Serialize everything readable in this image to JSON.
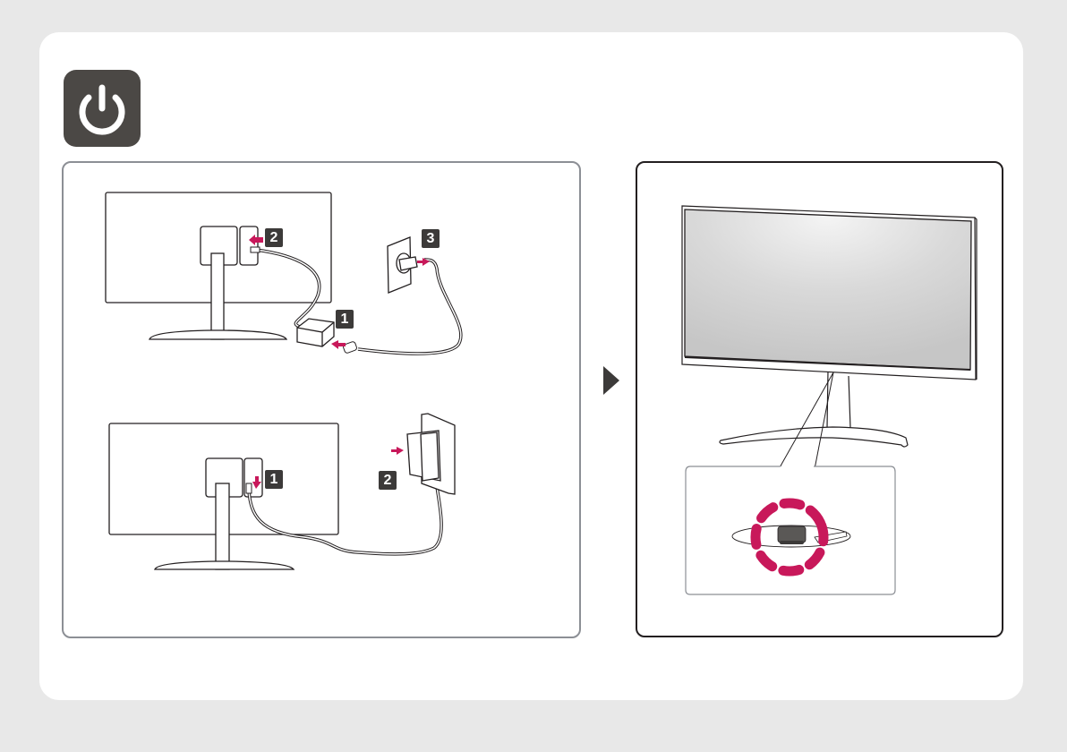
{
  "section": {
    "icon": "power-icon",
    "accent_color": "#c8185a",
    "tile_color": "#4b4845"
  },
  "connection_diagrams": [
    {
      "name": "power-adapter-brick-setup",
      "steps": [
        {
          "number": "1",
          "description": "plug-cable-into-adapter"
        },
        {
          "number": "2",
          "description": "plug-dc-into-monitor"
        },
        {
          "number": "3",
          "description": "plug-into-wall-outlet"
        }
      ]
    },
    {
      "name": "wall-adapter-setup",
      "steps": [
        {
          "number": "1",
          "description": "plug-dc-into-monitor"
        },
        {
          "number": "2",
          "description": "plug-adapter-into-wall"
        }
      ]
    }
  ],
  "result": {
    "next_indicator": "arrow-right-icon",
    "callout": "power-joystick-button-highlighted"
  }
}
